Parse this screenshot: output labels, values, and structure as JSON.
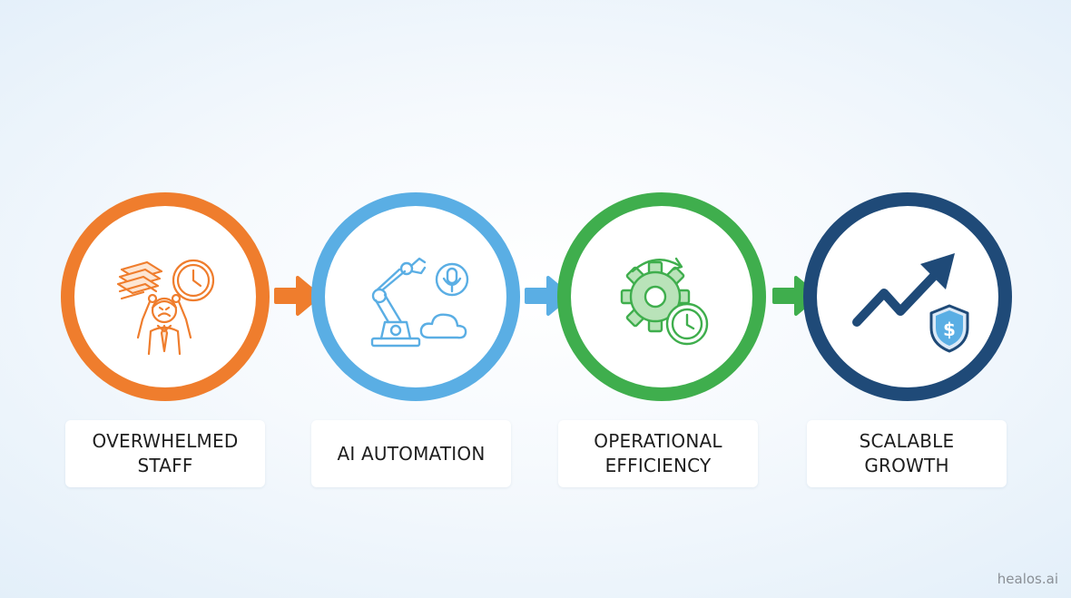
{
  "steps": [
    {
      "label": "OVERWHELMED STAFF",
      "icon": "stressed-person-icon",
      "color": "#ef7d2d"
    },
    {
      "label": "AI AUTOMATION",
      "icon": "robot-arm-icon",
      "color": "#5aaee4"
    },
    {
      "label": "OPERATIONAL EFFICIENCY",
      "icon": "gear-clock-icon",
      "color": "#3fae4d"
    },
    {
      "label": "SCALABLE GROWTH",
      "icon": "growth-shield-icon",
      "color": "#1f4a78"
    }
  ],
  "watermark": "healos.ai",
  "colors": {
    "orange": "#ef7d2d",
    "blue": "#5aaee4",
    "green": "#3fae4d",
    "navy": "#1f4a78"
  }
}
